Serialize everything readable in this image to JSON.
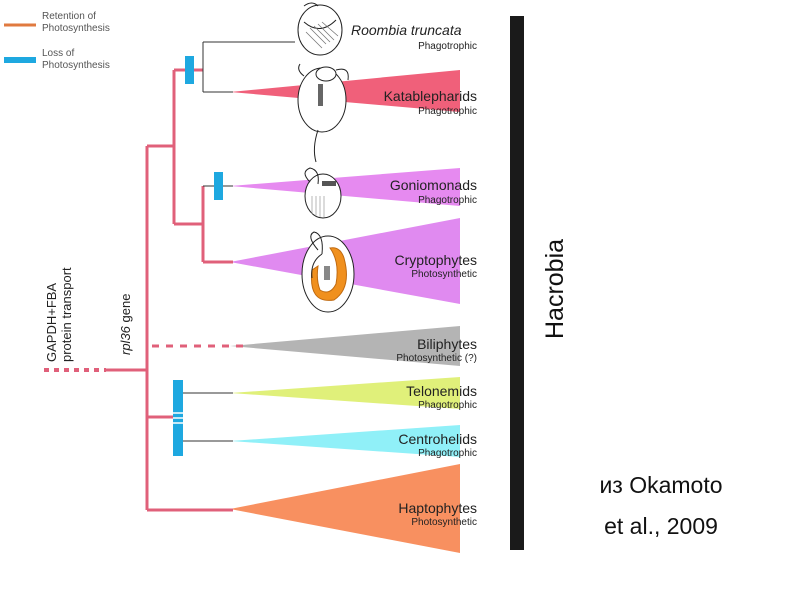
{
  "legend": {
    "retention": {
      "label_line1": "Retention of",
      "label_line2": "Photosynthesis",
      "color": "#e07a3f"
    },
    "loss": {
      "label_line1": "Loss of",
      "label_line2": "Photosynthesis",
      "color": "#1ea8e0"
    }
  },
  "branch_color": "#e0607a",
  "taxa": [
    {
      "id": "roombia",
      "name": "Roombia truncata",
      "mode": "Phagotrophic",
      "italic": true
    },
    {
      "id": "katablepharids",
      "name": "Katablepharids",
      "mode": "Phagotrophic",
      "color": "#f0607a"
    },
    {
      "id": "goniomonads",
      "name": "Goniomonads",
      "mode": "Phagotrophic",
      "color": "#e68af0"
    },
    {
      "id": "cryptophytes",
      "name": "Cryptophytes",
      "mode": "Photosynthetic",
      "color": "#e08af0"
    },
    {
      "id": "biliphytes",
      "name": "Biliphytes",
      "mode": "Photosynthetic (?)",
      "color": "#b4b4b4"
    },
    {
      "id": "telonemids",
      "name": "Telonemids",
      "mode": "Phagotrophic",
      "color": "#e0f07a"
    },
    {
      "id": "centrohelids",
      "name": "Centrohelids",
      "mode": "Phagotrophic",
      "color": "#90f0f8"
    },
    {
      "id": "haptophytes",
      "name": "Haptophytes",
      "mode": "Photosynthetic",
      "color": "#f89060"
    }
  ],
  "annotations": {
    "gapdh_line1": "GAPDH+FBA",
    "gapdh_line2": "protein transport",
    "rpl36_italic": "rpl36",
    "rpl36_rest": " gene"
  },
  "clade": {
    "name": "Hacrobia",
    "bar_color": "#1a1a1a"
  },
  "citation": {
    "line1": "из Okamoto",
    "line2": "et al., 2009"
  }
}
